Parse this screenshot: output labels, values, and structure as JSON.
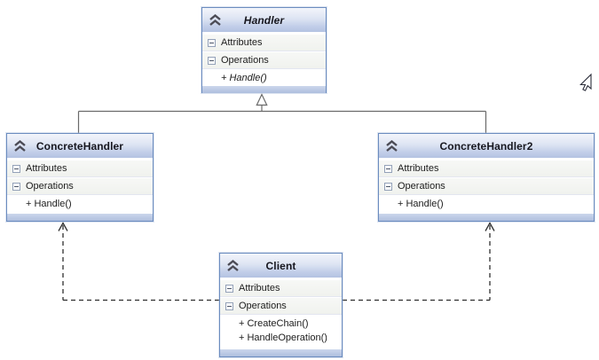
{
  "canvas": {
    "background": "#ffffff"
  },
  "colors": {
    "node_border": "#6b8cbf",
    "header_gradient_top": "#f3f5fb",
    "header_gradient_bottom": "#b3c2e2",
    "footer_gradient_top": "#ccd6ec",
    "footer_gradient_bottom": "#aebede",
    "section_row_bg": "#f0f2ee",
    "inheritance_line": "#6a6a6a",
    "association_line": "#2f2f2f",
    "text": "#1c1c1c"
  },
  "classes": [
    {
      "name": "Handler",
      "abstract": true,
      "attributes_label": "Attributes",
      "operations_label": "Operations",
      "operations": [
        "+ Handle()"
      ]
    },
    {
      "name": "ConcreteHandler",
      "abstract": false,
      "attributes_label": "Attributes",
      "operations_label": "Operations",
      "operations": [
        "+ Handle()"
      ]
    },
    {
      "name": "ConcreteHandler2",
      "abstract": false,
      "attributes_label": "Attributes",
      "operations_label": "Operations",
      "operations": [
        "+ Handle()"
      ]
    },
    {
      "name": "Client",
      "abstract": false,
      "attributes_label": "Attributes",
      "operations_label": "Operations",
      "operations": [
        "+ CreateChain()",
        "+ HandleOperation()"
      ]
    }
  ],
  "relationships": [
    {
      "type": "inheritance",
      "from": "ConcreteHandler",
      "to": "Handler"
    },
    {
      "type": "inheritance",
      "from": "ConcreteHandler2",
      "to": "Handler"
    },
    {
      "type": "dashed-association",
      "from": "Client",
      "to": "ConcreteHandler"
    },
    {
      "type": "dashed-association",
      "from": "Client",
      "to": "ConcreteHandler2"
    }
  ]
}
